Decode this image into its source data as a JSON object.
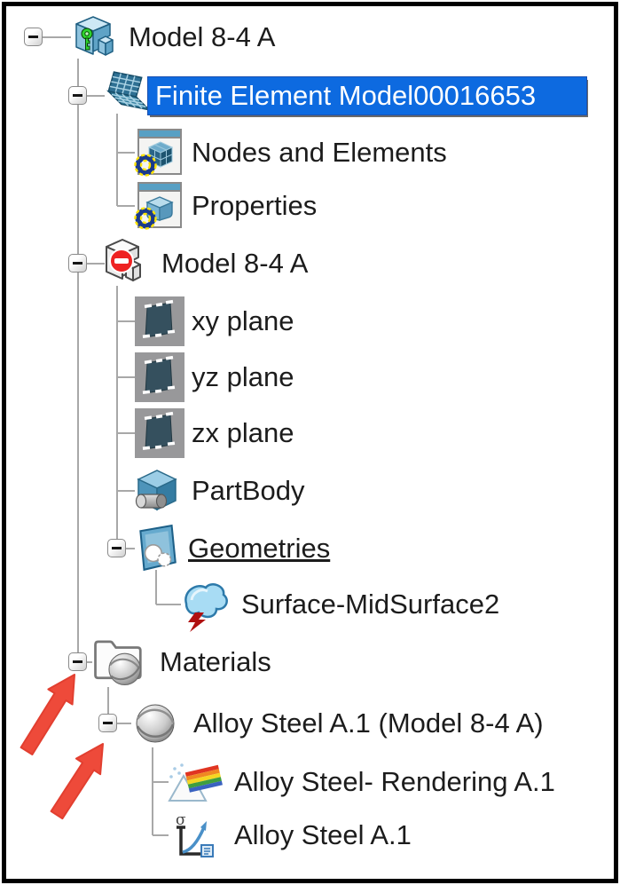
{
  "colors": {
    "selection_bg": "#0d6ae0",
    "selection_text": "#ffffff",
    "tree_line": "#a8a8a8",
    "label_text": "#1c1c1c",
    "annotation_arrow": "#ee4a3a",
    "frame": "#000000",
    "plane_icon_bg": "#98989a",
    "no_entry_red": "#ee2222"
  },
  "tree": {
    "items": [
      {
        "label": "Model 8-4 A",
        "icon": "product-icon",
        "depth": 0,
        "expander": "minus"
      },
      {
        "label": "Finite Element Model00016653",
        "icon": "fem-mesh-icon",
        "depth": 1,
        "expander": "minus",
        "selected": true
      },
      {
        "label": "Nodes and Elements",
        "icon": "nodes-elements-icon",
        "depth": 2
      },
      {
        "label": "Properties",
        "icon": "properties-icon",
        "depth": 2
      },
      {
        "label": "Model 8-4 A",
        "icon": "part-deactivated-icon",
        "depth": 1,
        "expander": "minus"
      },
      {
        "label": "xy plane",
        "icon": "plane-icon",
        "depth": 2
      },
      {
        "label": "yz plane",
        "icon": "plane-icon",
        "depth": 2
      },
      {
        "label": "zx plane",
        "icon": "plane-icon",
        "depth": 2
      },
      {
        "label": "PartBody",
        "icon": "partbody-icon",
        "depth": 2
      },
      {
        "label": "Geometries",
        "icon": "geometries-icon",
        "depth": 2,
        "expander": "minus",
        "underlined": true
      },
      {
        "label": "Surface-MidSurface2",
        "icon": "midsurface-icon",
        "depth": 3
      },
      {
        "label": "Materials",
        "icon": "materials-folder-icon",
        "depth": 1,
        "expander": "minus"
      },
      {
        "label": "Alloy Steel A.1 (Model 8-4 A)",
        "icon": "material-sphere-icon",
        "depth": 2,
        "expander": "minus"
      },
      {
        "label": "Alloy Steel- Rendering A.1",
        "icon": "rendering-icon",
        "depth": 3
      },
      {
        "label": "Alloy Steel A.1",
        "icon": "material-sim-icon",
        "depth": 3
      }
    ]
  },
  "selection": {
    "selected_label": "Finite Element Model00016653"
  },
  "annotations": {
    "arrows": [
      {
        "points_at": "materials-expander",
        "direction": "up-right"
      },
      {
        "points_at": "alloy-steel-expander",
        "direction": "up-right"
      }
    ]
  }
}
